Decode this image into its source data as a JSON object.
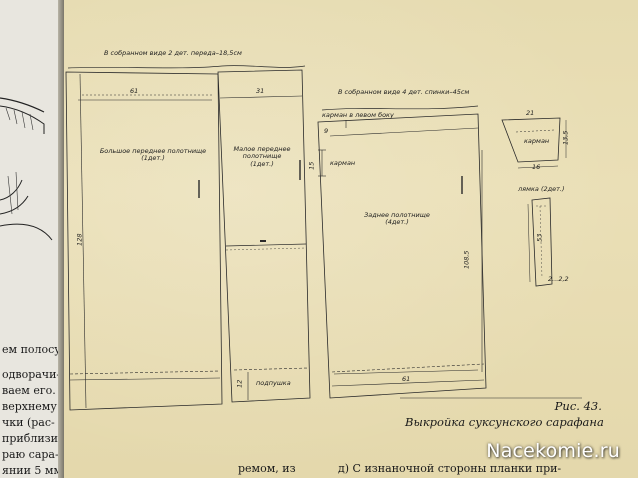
{
  "left_page": {
    "lines": [
      "ем полосу",
      "одворачи-",
      "ваем его.",
      "верхнему",
      "чки (рас-",
      "приблизи-",
      "раю сара-",
      "янии 5 мм"
    ]
  },
  "pattern": {
    "front_header": "В собранном виде 2 дет. переда–18,5см",
    "back_header": "В собранном виде 4 дет. спинки–45см",
    "pocket_side": "карман в левом боку",
    "large_panel": "Большое переднее полотнище",
    "large_panel_qty": "(1дет.)",
    "small_panel": "Малое переднее полотнище",
    "small_panel_qty": "(1дет.)",
    "back_panel": "Заднее полотнище",
    "back_panel_qty": "(4дет.)",
    "pocket": "карман",
    "pocket_detail": "карман",
    "lining": "подпушка",
    "strap": "лямка (2дет.)",
    "dims": {
      "large_width": "61",
      "large_height": "128",
      "small_width": "31",
      "small_lining": "12",
      "pocket_offset": "9",
      "pocket_len": "15",
      "back_height": "108,5",
      "back_width": "61",
      "pocket_top": "21",
      "pocket_h": "13,5",
      "pocket_bottom": "16",
      "strap_len": "53",
      "strap_w": "2...2,2"
    }
  },
  "caption": {
    "figure": "Рис. 43.",
    "title": "Выкройка суксунского сарафана"
  },
  "bottom": {
    "left": "ремом, из",
    "right": "д) С изнаночной стороны планки при-"
  },
  "watermark": "Nacekomie.ru"
}
